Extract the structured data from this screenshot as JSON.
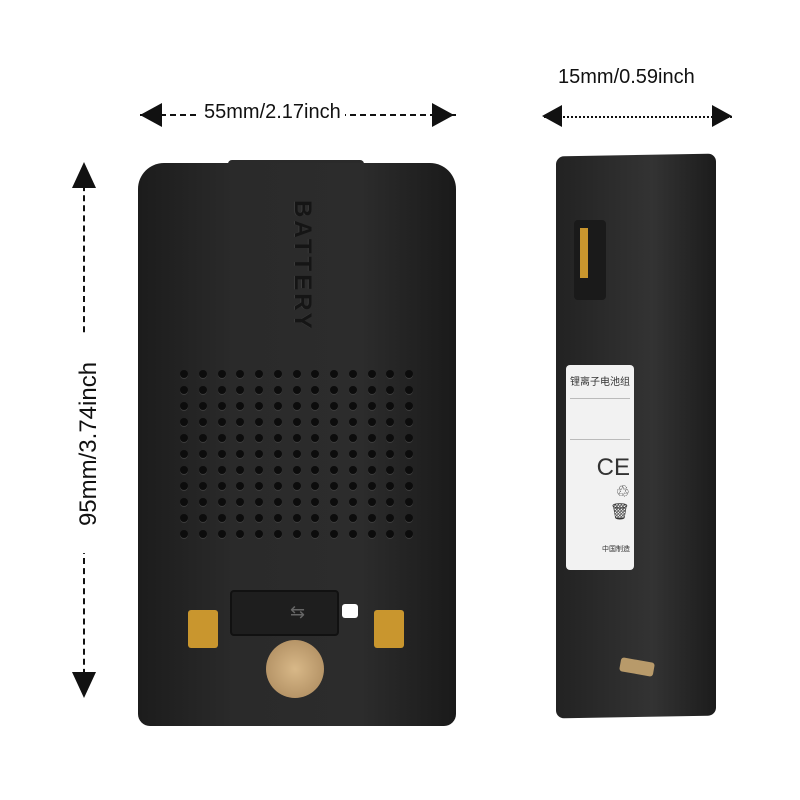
{
  "dimensions": {
    "width": "55mm/2.17inch",
    "height": "95mm/3.74inch",
    "depth": "15mm/0.59inch"
  },
  "product": {
    "brand_text": "BATTERY",
    "label_title": "锂离子电池组",
    "label_footer": "中国制造",
    "ce_mark": "CE",
    "body_color": "#262626",
    "contact_color": "#c9962e"
  },
  "icons": [
    "usb-icon",
    "recycle-icon",
    "weee-bin-icon"
  ]
}
